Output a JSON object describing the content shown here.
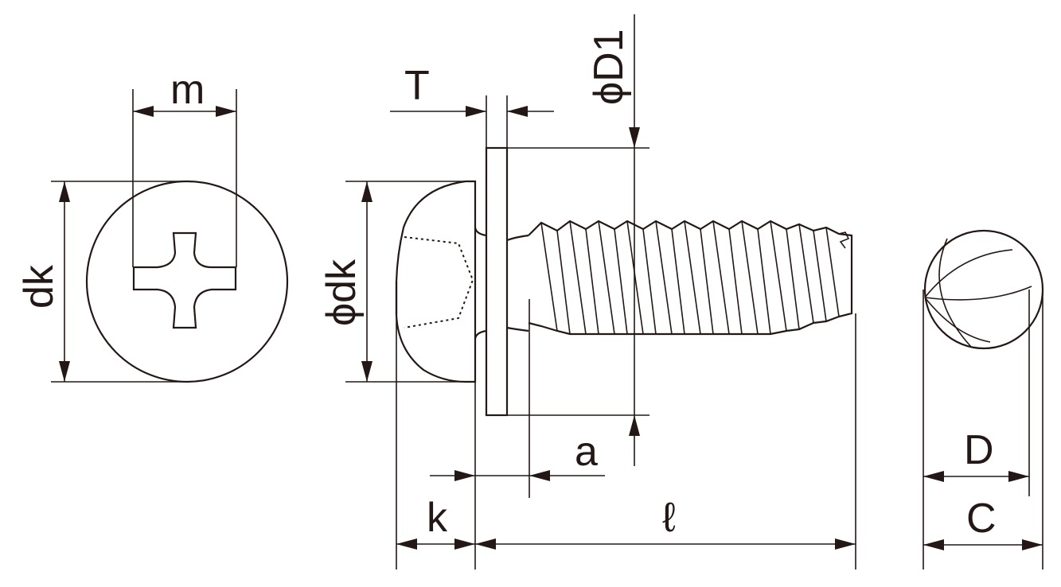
{
  "labels": {
    "m": "m",
    "dk": "dk",
    "phi_dk": "ϕdk",
    "t": "T",
    "phi_d1": "ϕD1",
    "a": "a",
    "k": "k",
    "l": "ℓ",
    "d": "D",
    "c": "C"
  }
}
